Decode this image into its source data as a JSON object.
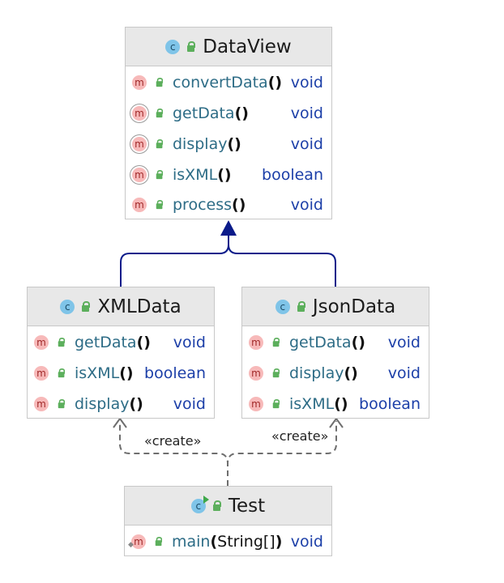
{
  "classes": {
    "dataview": {
      "name": "DataView",
      "methods": [
        {
          "name": "convertData",
          "params": "",
          "type": "void"
        },
        {
          "name": "getData",
          "params": "",
          "type": "void"
        },
        {
          "name": "display",
          "params": "",
          "type": "void"
        },
        {
          "name": "isXML",
          "params": "",
          "type": "boolean"
        },
        {
          "name": "process",
          "params": "",
          "type": "void"
        }
      ]
    },
    "xmldata": {
      "name": "XMLData",
      "methods": [
        {
          "name": "getData",
          "params": "",
          "type": "void"
        },
        {
          "name": "isXML",
          "params": "",
          "type": "boolean"
        },
        {
          "name": "display",
          "params": "",
          "type": "void"
        }
      ]
    },
    "jsondata": {
      "name": "JsonData",
      "methods": [
        {
          "name": "getData",
          "params": "",
          "type": "void"
        },
        {
          "name": "display",
          "params": "",
          "type": "void"
        },
        {
          "name": "isXML",
          "params": "",
          "type": "boolean"
        }
      ]
    },
    "test": {
      "name": "Test",
      "methods": [
        {
          "name": "main",
          "params": "String[]",
          "type": "void"
        }
      ]
    }
  },
  "icons": {
    "class_letter": "c",
    "method_letter": "m"
  },
  "relations": {
    "create_left": "«create»",
    "create_right": "«create»"
  },
  "colors": {
    "inheritance": "#0b1b8a",
    "dependency": "#6e6e6e",
    "method_name": "#2d6c86",
    "return_type": "#1c3fa8"
  }
}
